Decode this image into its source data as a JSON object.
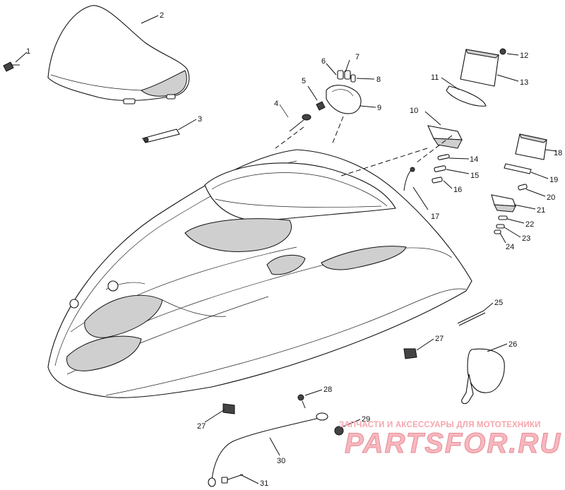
{
  "callouts": [
    "1",
    "2",
    "3",
    "4",
    "5",
    "6",
    "7",
    "8",
    "9",
    "10",
    "11",
    "12",
    "13",
    "14",
    "15",
    "16",
    "17",
    "18",
    "19",
    "20",
    "21",
    "22",
    "23",
    "24",
    "25",
    "26",
    "27",
    "27",
    "28",
    "29",
    "30",
    "31"
  ],
  "watermark": {
    "tagline": "ЗАПЧАСТИ И АКСЕССУАРЫ ДЛЯ МОТОТЕХНИКИ",
    "logo": "PARTSFOR.RU"
  },
  "colors": {
    "line": "#111111",
    "background": "#ffffff",
    "watermark": "#f7b8bf"
  }
}
